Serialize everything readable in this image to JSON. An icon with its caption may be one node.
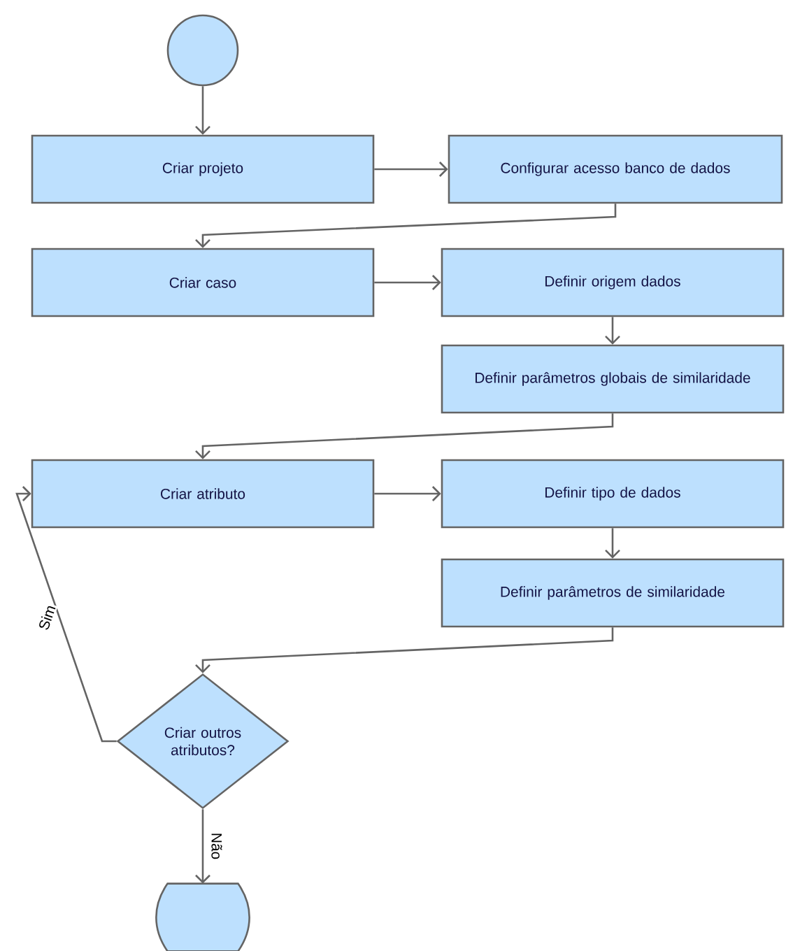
{
  "diagram": {
    "nodes": [
      {
        "text": [],
        "shape": "circle"
      },
      {
        "text": [
          "Criar projeto"
        ]
      },
      {
        "text": [
          "Configurar acesso banco de dados"
        ]
      },
      {
        "text": [
          "Criar caso"
        ]
      },
      {
        "text": [
          "Definir origem dados"
        ]
      },
      {
        "text": [
          "Definir parâmetros globais de similaridade"
        ]
      },
      {
        "text": [
          "Criar atributo"
        ]
      },
      {
        "text": [
          "Definir tipo de dados"
        ]
      },
      {
        "text": [
          "Definir parâmetros de similaridade"
        ]
      },
      {
        "text": [
          "Criar outros atributos?"
        ]
      },
      {
        "text": [],
        "shape": "barrel"
      }
    ],
    "edges": [
      {
        "from": 0,
        "to": 1,
        "arrow": "to"
      },
      {
        "from": 1,
        "to": 2,
        "arrow": "to"
      },
      {
        "from": 2,
        "to": 3,
        "arrow": "to"
      },
      {
        "from": 3,
        "to": 4,
        "arrow": "to"
      },
      {
        "from": 4,
        "to": 5,
        "arrow": "to"
      },
      {
        "from": 5,
        "to": 6,
        "arrow": "to"
      },
      {
        "from": 6,
        "to": 7,
        "arrow": "to"
      },
      {
        "from": 7,
        "to": 8,
        "arrow": "to"
      },
      {
        "from": 8,
        "to": 9,
        "arrow": "to"
      },
      {
        "from": 9,
        "to": 6,
        "arrow": "to",
        "label": "Sim"
      },
      {
        "from": 9,
        "to": 10,
        "arrow": "to",
        "label": "Não"
      }
    ]
  }
}
